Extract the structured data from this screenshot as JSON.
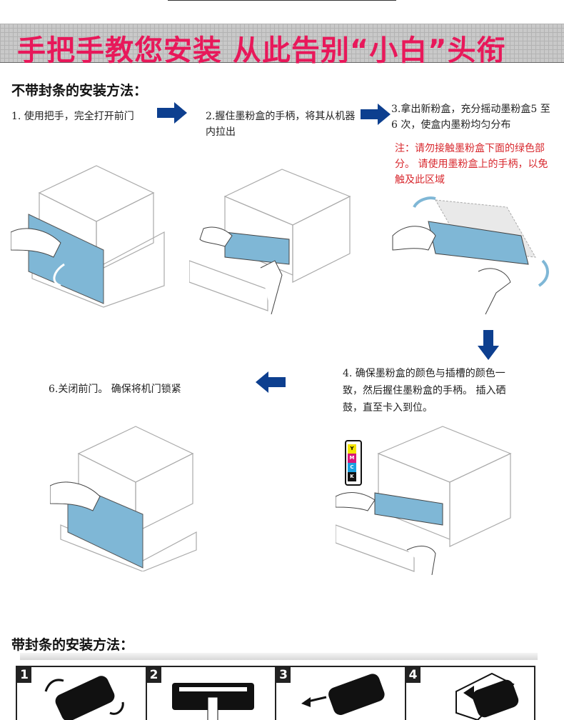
{
  "banner": {
    "title": "手把手教您安装  从此告别“小白”头衔"
  },
  "section1": {
    "heading": "不带封条的安装方法：",
    "steps": [
      {
        "text": "1. 使用把手，完全打开前门"
      },
      {
        "text": "2.握住墨粉盒的手柄，将其从机器内拉出"
      },
      {
        "text": "3.拿出新粉盒，充分摇动墨粉盒5 至 6 次，使盒内墨粉均匀分布"
      },
      {
        "text": "4. 确保墨粉盒的颜色与插槽的颜色一致，然后握住墨粉盒的手柄。 插入硒鼓，直至卡入到位。"
      },
      {
        "text": "6.关闭前门。 确保将机门锁紧"
      }
    ],
    "note": "注：请勿接触墨粉盒下面的绿色部分。 请使用墨粉盒上的手柄，以免触及此区域",
    "slot_labels": [
      "Y",
      "M",
      "C",
      "K"
    ]
  },
  "section2": {
    "heading": "带封条的安装方法：",
    "panels": [
      "1",
      "2",
      "3",
      "4"
    ]
  },
  "colors": {
    "banner_text": "#e8185a",
    "arrow": "#0d3f8f",
    "note": "#d8282e",
    "toner": "#7fb7d6"
  }
}
